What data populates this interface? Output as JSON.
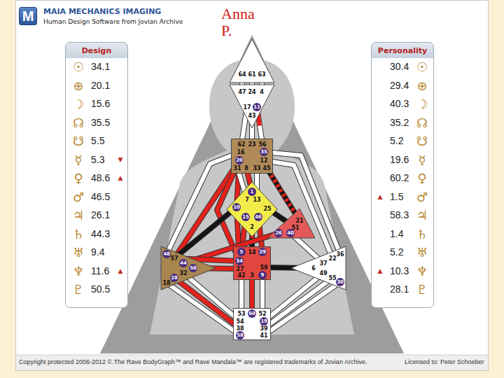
{
  "diagram": {
    "title": "Anna P.",
    "nodes": [
      {
        "text": [
          "M"
        ]
      },
      {
        "text": [
          "Design",
          "☉",
          "34.1",
          "⊕",
          "20.1",
          "☽",
          "15.6",
          "☊",
          "35.5",
          "☋",
          "5.5",
          "☿",
          "5.3",
          "▼",
          "♀",
          "48.6",
          "▲",
          "♂",
          "46.5",
          "♃",
          "26.1",
          "♄",
          "44.3",
          "♅",
          "9.4",
          "♆",
          "11.6",
          "▲",
          "♇",
          "50.5"
        ]
      },
      {
        "text": [
          "Personality",
          "30.4",
          "☉",
          "29.4",
          "⊕",
          "40.3",
          "☽",
          "35.2",
          "☊",
          "5.2",
          "☋",
          "19.6",
          "☿",
          "60.2",
          "♀",
          "▲",
          "1.5",
          "♂",
          "58.3",
          "♃",
          "1.4",
          "♄",
          "5.2",
          "♅",
          "▲",
          "10.3",
          "♆",
          "28.1",
          "♇"
        ]
      },
      {
        "text": [
          "64",
          "61",
          "63"
        ]
      },
      {
        "text": [
          "47",
          "24",
          "4",
          "17",
          "11",
          "43"
        ]
      },
      {
        "text": [
          "62",
          "23",
          "56",
          "16",
          "35",
          "12",
          "20",
          "31",
          "8",
          "33",
          "45"
        ]
      },
      {
        "text": [
          "1",
          "7",
          "13",
          "10",
          "25",
          "15",
          "46",
          "2"
        ]
      },
      {
        "text": [
          "21",
          "51",
          "26",
          "40"
        ]
      },
      {
        "text": [
          "48",
          "57",
          "44",
          "50",
          "32",
          "28",
          "18"
        ]
      },
      {
        "text": [
          "36",
          "22",
          "37",
          "6",
          "49",
          "55",
          "30"
        ]
      },
      {
        "text": [
          "5",
          "14",
          "29",
          "34",
          "27",
          "59",
          "42",
          "3",
          "9"
        ]
      },
      {
        "text": [
          "53",
          "60",
          "52",
          "54",
          "19",
          "38",
          "39",
          "58",
          "41"
        ]
      }
    ],
    "edges": [
      {
        "from": 3,
        "to": 4,
        "arrow": "none"
      },
      {
        "from": 3,
        "to": 4,
        "arrow": "none"
      },
      {
        "from": 3,
        "to": 4,
        "arrow": "none"
      },
      {
        "from": 4,
        "to": 5,
        "arrow": "none"
      },
      {
        "from": 4,
        "to": 5,
        "arrow": "none"
      },
      {
        "from": 4,
        "to": 5,
        "arrow": "none"
      },
      {
        "from": 5,
        "to": 8,
        "arrow": "none"
      },
      {
        "from": 5,
        "to": 8,
        "arrow": "none"
      },
      {
        "from": 5,
        "to": 6,
        "arrow": "none"
      },
      {
        "from": 5,
        "to": 10,
        "arrow": "none"
      },
      {
        "from": 5,
        "to": 6,
        "arrow": "none"
      },
      {
        "from": 5,
        "to": 6,
        "arrow": "none"
      },
      {
        "from": 5,
        "to": 6,
        "arrow": "none"
      },
      {
        "from": 5,
        "to": 7,
        "arrow": "none"
      },
      {
        "from": 5,
        "to": 9,
        "arrow": "none"
      },
      {
        "from": 5,
        "to": 9,
        "arrow": "none"
      },
      {
        "from": 6,
        "to": 8,
        "arrow": "none"
      },
      {
        "from": 6,
        "to": 10,
        "arrow": "none"
      },
      {
        "from": 6,
        "to": 7,
        "arrow": "none"
      },
      {
        "from": 6,
        "to": 10,
        "arrow": "none"
      },
      {
        "from": 6,
        "to": 10,
        "arrow": "none"
      },
      {
        "from": 6,
        "to": 10,
        "arrow": "none"
      },
      {
        "from": 7,
        "to": 8,
        "arrow": "none"
      },
      {
        "from": 7,
        "to": 9,
        "arrow": "none"
      },
      {
        "from": 8,
        "to": 10,
        "arrow": "none"
      },
      {
        "from": 8,
        "to": 10,
        "arrow": "none"
      },
      {
        "from": 8,
        "to": 11,
        "arrow": "none"
      },
      {
        "from": 8,
        "to": 11,
        "arrow": "none"
      },
      {
        "from": 8,
        "to": 11,
        "arrow": "none"
      },
      {
        "from": 10,
        "to": 9,
        "arrow": "none"
      },
      {
        "from": 10,
        "to": 11,
        "arrow": "none"
      },
      {
        "from": 10,
        "to": 11,
        "arrow": "none"
      },
      {
        "from": 10,
        "to": 11,
        "arrow": "none"
      },
      {
        "from": 11,
        "to": 9,
        "arrow": "none"
      },
      {
        "from": 11,
        "to": 9,
        "arrow": "none"
      },
      {
        "from": 11,
        "to": 9,
        "arrow": "none"
      }
    ],
    "labels": [
      "MAIA MECHANICS IMAGING",
      "Human Design Software from Jovian Archive",
      "Copyright protected 2006-2012 ©.The Rave BodyGraph™ and Rave Mandala™ are registered trademarks of Jovian Archive.",
      "Licensed to: Peter Schoeber"
    ]
  }
}
